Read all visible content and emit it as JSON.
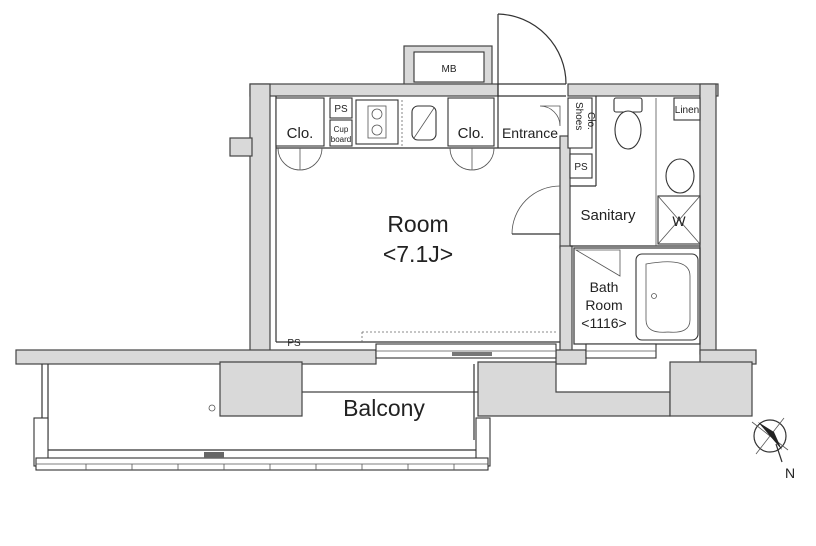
{
  "rooms": {
    "mb": "MB",
    "ps_top": "PS",
    "clo_left": "Clo.",
    "cupboard_line1": "Cup",
    "cupboard_line2": "board",
    "clo_right": "Clo.",
    "entrance": "Entrance",
    "shoes_line1": "Shoes",
    "shoes_line2": "Clo.",
    "linen": "Linen",
    "ps_right": "PS",
    "room_name": "Room",
    "room_size": "<7.1J>",
    "sanitary": "Sanitary",
    "washer": "W",
    "bath_line1": "Bath",
    "bath_line2": "Room",
    "bath_line3": "<1116>",
    "ps_bottom": "PS",
    "balcony": "Balcony"
  },
  "compass": {
    "north_label": "N"
  },
  "colors": {
    "wall": "#d9d9d9",
    "line": "#333333"
  }
}
